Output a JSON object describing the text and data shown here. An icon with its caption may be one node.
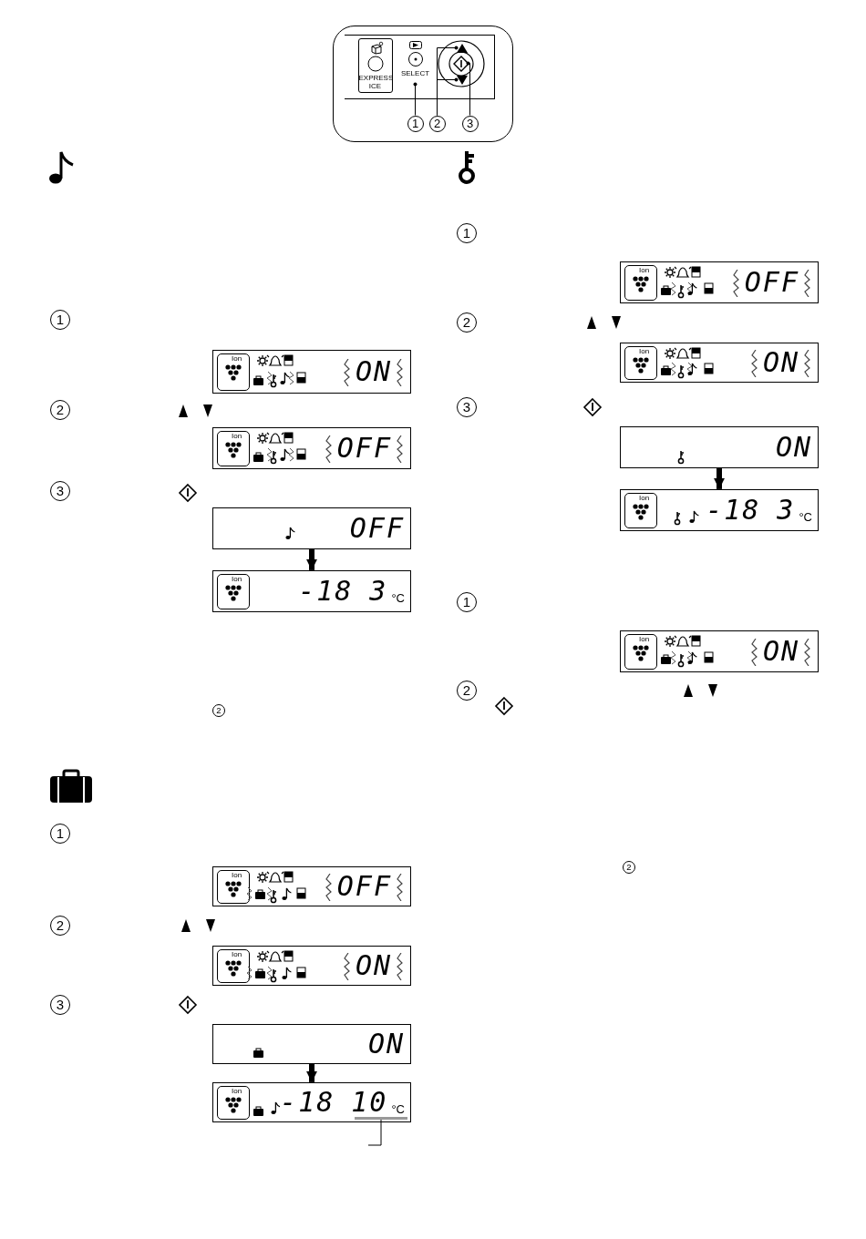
{
  "diagram": {
    "nodes": [
      {
        "text": [],
        "shape": "box"
      },
      {
        "text": [
          "EXPRESS ICE"
        ],
        "in": 0
      },
      {
        "text": [
          "SELECT"
        ],
        "in": 0
      },
      {
        "text": [],
        "shape": "triangle",
        "in": 0
      },
      {
        "text": [],
        "shape": "triangle",
        "in": 0
      },
      {
        "text": [],
        "shape": "diamond",
        "in": 0
      },
      {
        "text": [
          "1"
        ],
        "in": 0
      },
      {
        "text": [
          "2"
        ],
        "in": 0
      },
      {
        "text": [
          "3"
        ],
        "in": 0
      },
      {
        "text": [
          "Ion",
          "ON"
        ]
      },
      {
        "text": [
          "Ion",
          "OFF"
        ]
      },
      {
        "text": [
          "OFF"
        ]
      },
      {
        "text": [
          "Ion",
          "-18",
          "3",
          "°C"
        ]
      },
      {
        "text": [
          "Ion",
          "OFF"
        ]
      },
      {
        "text": [
          "Ion",
          "ON"
        ]
      },
      {
        "text": [
          "ON"
        ]
      },
      {
        "text": [
          "Ion",
          "-18",
          "10",
          "°C"
        ]
      },
      {
        "text": [],
        "shape": "bar",
        "in": 16
      },
      {
        "text": [
          "Ion",
          "OFF"
        ]
      },
      {
        "text": [
          "Ion",
          "ON"
        ]
      },
      {
        "text": [
          "ON"
        ]
      },
      {
        "text": [
          "Ion",
          "-18",
          "3",
          "°C"
        ]
      },
      {
        "text": [
          "Ion",
          "ON"
        ]
      }
    ],
    "edges": [
      {
        "from": 6,
        "to": 2,
        "arrow": "other"
      },
      {
        "from": 7,
        "to": 3,
        "arrow": "other"
      },
      {
        "from": 7,
        "to": 4,
        "arrow": "other"
      },
      {
        "from": 8,
        "to": 5,
        "arrow": "other"
      },
      {
        "from": 11,
        "to": 12,
        "arrow": "to",
        "style": "thick"
      },
      {
        "from": 15,
        "to": 16,
        "arrow": "to",
        "style": "thick"
      },
      {
        "from": 20,
        "to": 21,
        "arrow": "to",
        "style": "thick"
      },
      {
        "from": 17,
        "to": null,
        "arrow": "none"
      }
    ],
    "labels": [
      "1",
      "2",
      "3",
      "2",
      "1",
      "2",
      "3",
      "1",
      "2",
      "3",
      "1",
      "2",
      "2"
    ]
  }
}
